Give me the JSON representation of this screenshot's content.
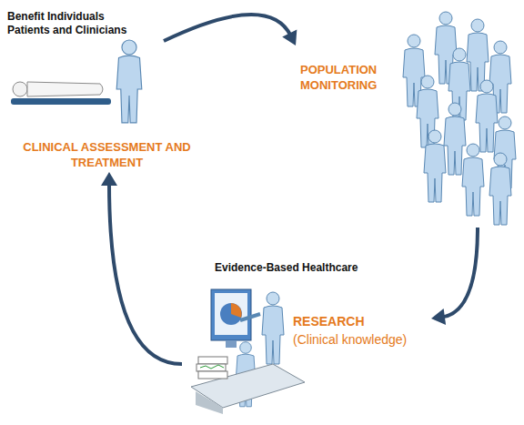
{
  "diagram": {
    "nodes": [
      {
        "text": [
          "CLINICAL ASSESSMENT AND TREATMENT"
        ]
      },
      {
        "text": [
          "POPULATION MONITORING"
        ]
      },
      {
        "text": [
          "RESEARCH",
          "(Clinical knowledge)"
        ]
      }
    ],
    "edges": [
      {
        "from": 0,
        "to": 1,
        "arrow": "to"
      },
      {
        "from": 1,
        "to": 2,
        "arrow": "to"
      },
      {
        "from": 2,
        "to": 0,
        "arrow": "to"
      }
    ],
    "labels": [
      "Benefit Individuals Patients and Clinicians",
      "Evidence-Based Healthcare"
    ]
  }
}
